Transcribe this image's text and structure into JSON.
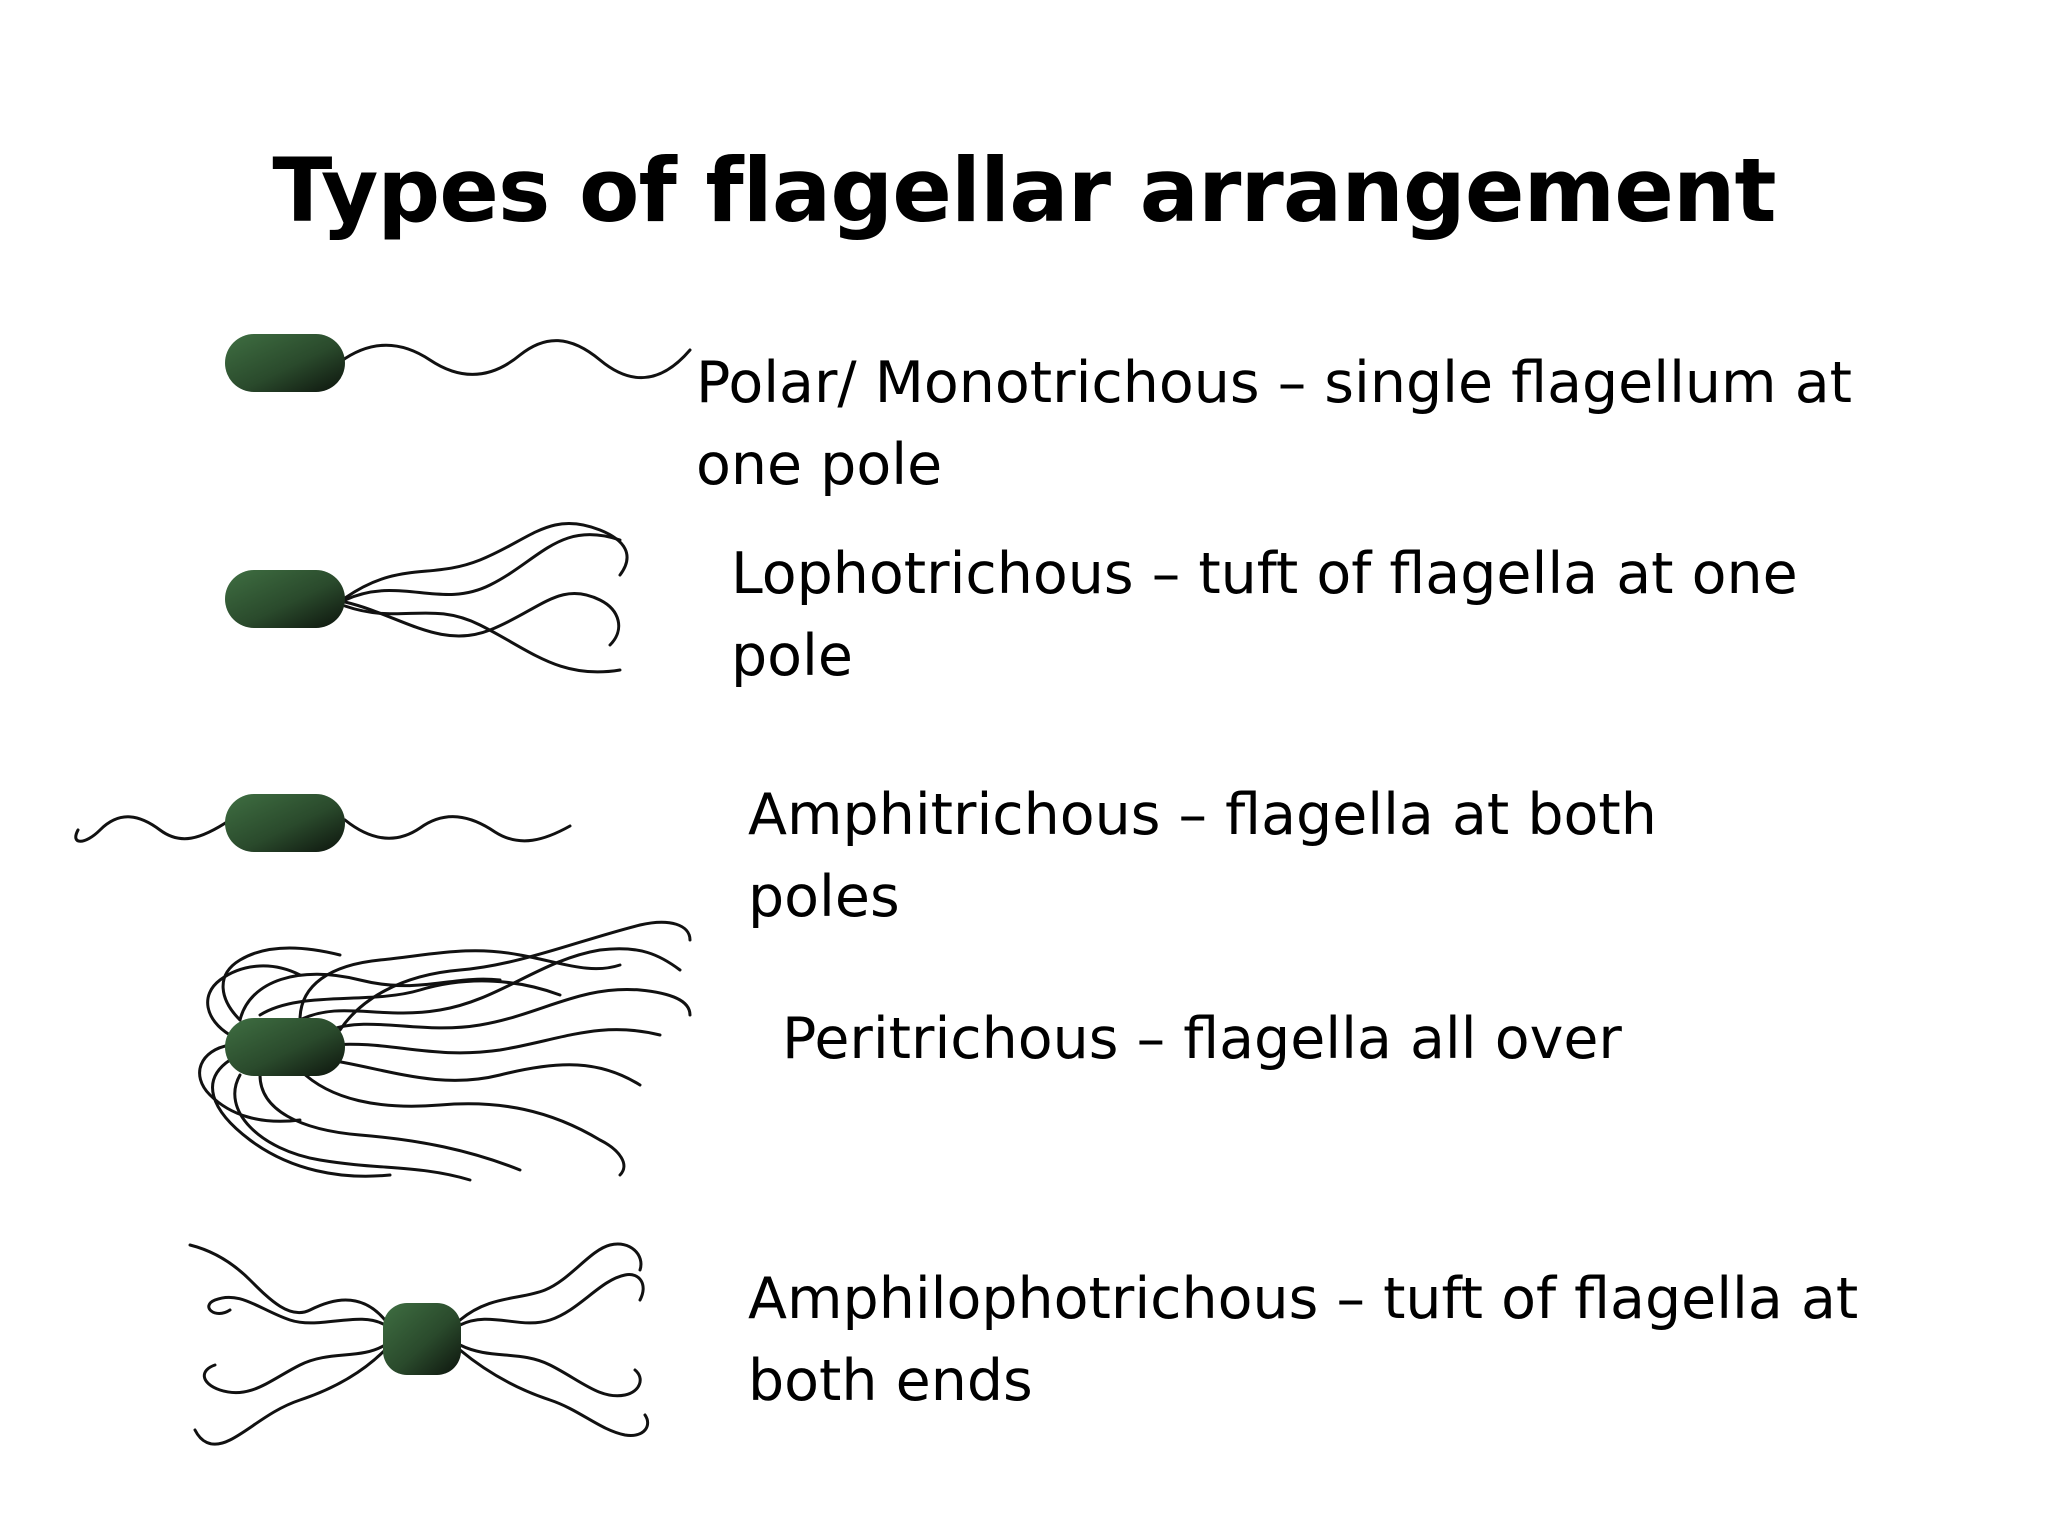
{
  "slide": {
    "title": "Types of flagellar arrangement",
    "arrangements": [
      {
        "name": "Polar/ Monotrichous",
        "line1": "Polar/ Monotrichous – single flagellum at",
        "line2": "one pole"
      },
      {
        "name": "Lophotrichous",
        "line1": "Lophotrichous – tuft of flagella at one",
        "line2": "pole"
      },
      {
        "name": "Amphitrichous",
        "line1": "Amphitrichous – flagella at both",
        "line2": "poles"
      },
      {
        "name": "Peritrichous",
        "line1": "Peritrichous – flagella all over",
        "line2": ""
      },
      {
        "name": "Amphilophotrichous",
        "line1": "Amphilophotrichous – tuft of flagella at",
        "line2": "both ends"
      }
    ]
  },
  "colors": {
    "cell_light": "#3f6f42",
    "cell_dark": "#0d140d",
    "flagellum": "#111111",
    "text": "#000000",
    "background": "#ffffff"
  }
}
